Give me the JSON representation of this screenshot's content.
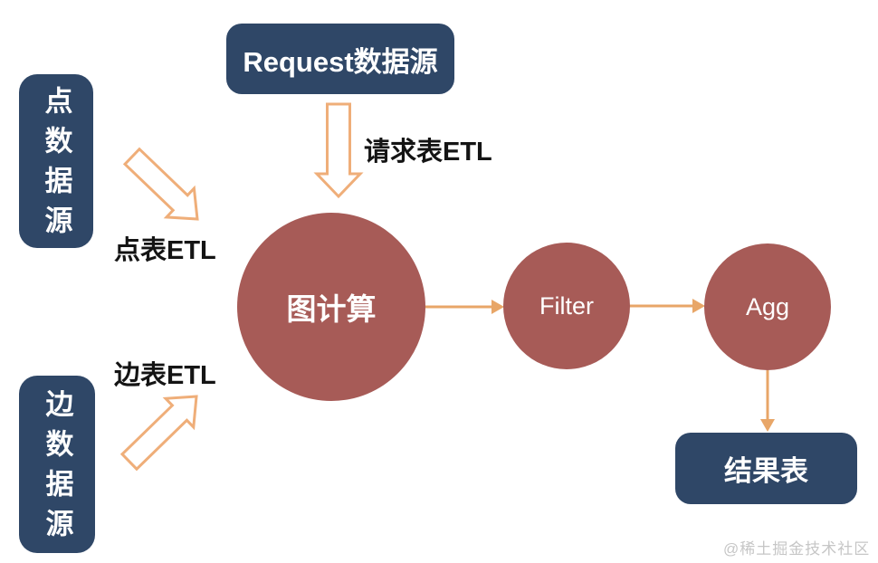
{
  "nodes": {
    "point_source": {
      "label": "点数据源",
      "shape": "rounded-box",
      "fill": "#2F4767"
    },
    "edge_source": {
      "label": "边数据源",
      "shape": "rounded-box",
      "fill": "#2F4767"
    },
    "request_source": {
      "label": "Request数据源",
      "shape": "rounded-box",
      "fill": "#2F4767"
    },
    "graph_compute": {
      "label": "图计算",
      "shape": "circle",
      "fill": "#A75B57"
    },
    "filter": {
      "label": "Filter",
      "shape": "circle",
      "fill": "#A75B57"
    },
    "agg": {
      "label": "Agg",
      "shape": "circle",
      "fill": "#A75B57"
    },
    "result_table": {
      "label": "结果表",
      "shape": "rounded-box",
      "fill": "#2F4767"
    }
  },
  "edges": [
    {
      "from": "point_source",
      "to": "graph_compute",
      "label": "点表ETL",
      "style": "hollow-arrow"
    },
    {
      "from": "request_source",
      "to": "graph_compute",
      "label": "请求表ETL",
      "style": "hollow-arrow"
    },
    {
      "from": "edge_source",
      "to": "graph_compute",
      "label": "边表ETL",
      "style": "hollow-arrow"
    },
    {
      "from": "graph_compute",
      "to": "filter",
      "label": "",
      "style": "solid-arrow"
    },
    {
      "from": "filter",
      "to": "agg",
      "label": "",
      "style": "solid-arrow"
    },
    {
      "from": "agg",
      "to": "result_table",
      "label": "",
      "style": "solid-arrow"
    }
  ],
  "watermark": "@稀土掘金技术社区",
  "colors": {
    "box_blue": "#2F4767",
    "circle_red": "#A75B57",
    "solid_arrow_orange": "#E8A668",
    "hollow_arrow_stroke": "#EFAE79",
    "label_text": "#141414",
    "watermark_gray": "#C6C6C6",
    "background": "#FFFFFF"
  }
}
